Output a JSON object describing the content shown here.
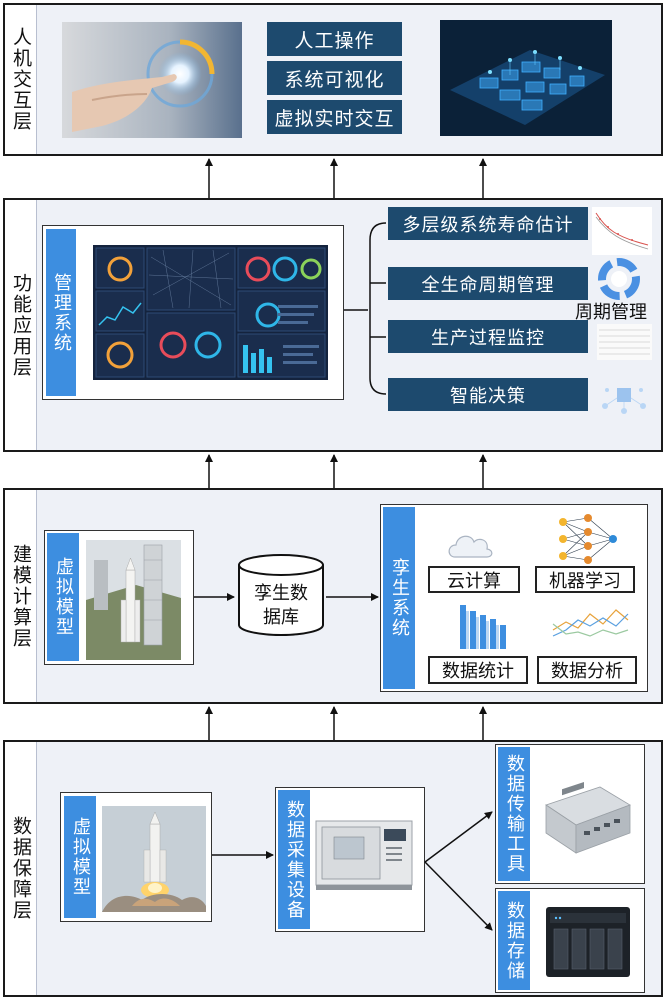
{
  "layers": {
    "hmi": {
      "label": "人机交互层",
      "items": [
        "人工操作",
        "系统可视化",
        "虚拟实时交互"
      ]
    },
    "function": {
      "label": "功能应用层",
      "system": "管理系统",
      "items": [
        "多层级系统寿命估计",
        "全生命周期管理",
        "生产过程监控",
        "智能决策"
      ],
      "overlay": "周期管理"
    },
    "modeling": {
      "label": "建模计算层",
      "virtual_model": "虚拟模型",
      "database": "孪生数据库",
      "twin_system": "孪生系统",
      "modules": [
        "云计算",
        "机器学习",
        "数据统计",
        "数据分析"
      ]
    },
    "data": {
      "label": "数据保障层",
      "virtual_model": "虚拟模型",
      "collection": "数据采集设备",
      "transfer": "数据传输工具",
      "storage": "数据存储"
    }
  }
}
